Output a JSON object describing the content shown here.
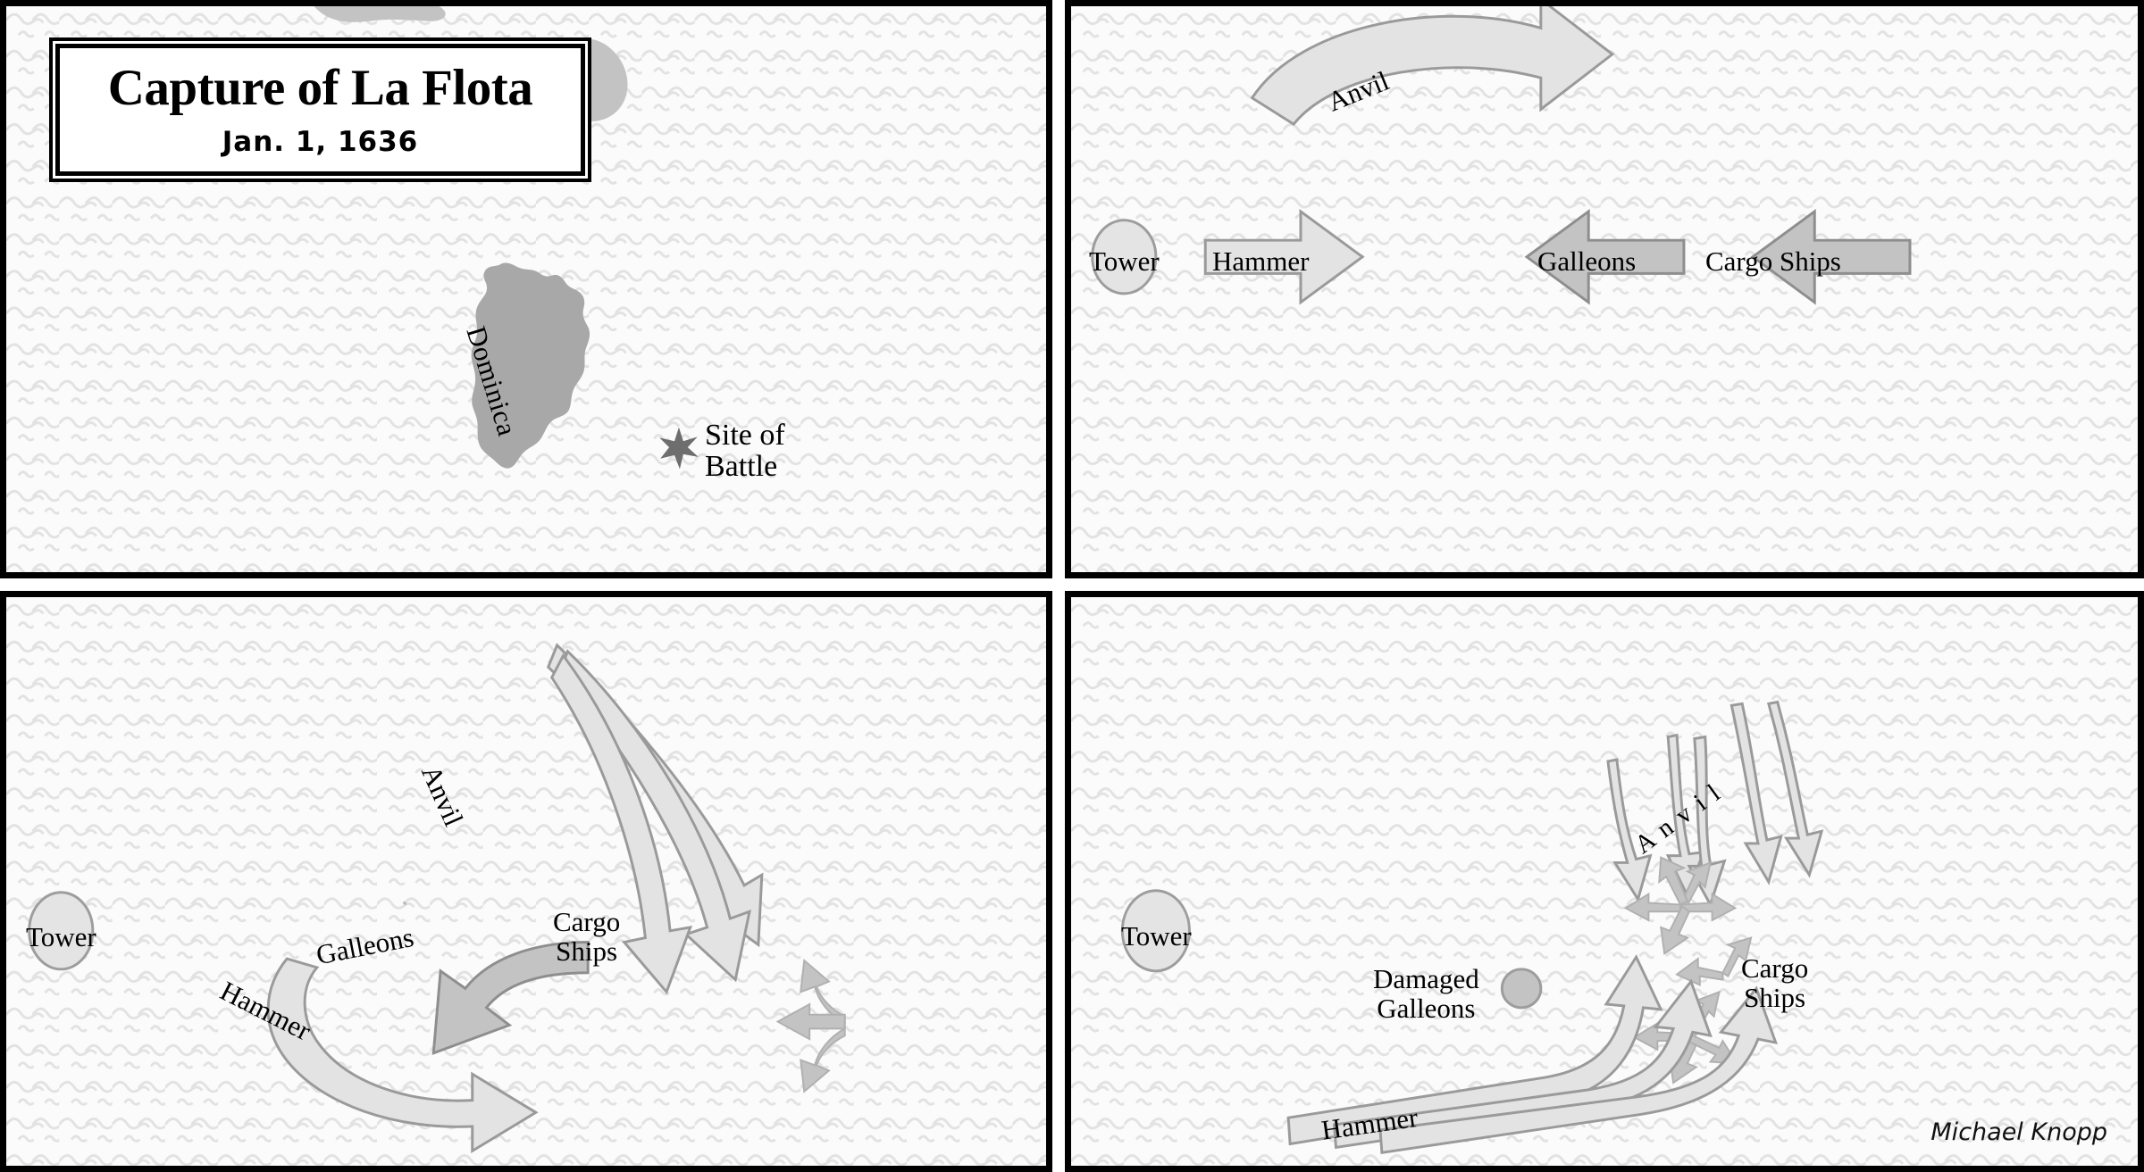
{
  "title": {
    "main": "Capture of La Flota",
    "date": "Jan. 1, 1636"
  },
  "credit": "Michael Knopp",
  "colors": {
    "sea": "#fbfbfb",
    "wave_stroke": "#e2e2e2",
    "land": "#a8a8a8",
    "panel_border": "#000000",
    "arrow_light_fill": "#e3e3e3",
    "arrow_light_stroke": "#9a9a9a",
    "arrow_dark_fill": "#c3c3c3",
    "arrow_dark_stroke": "#8e8e8e",
    "tower_fill": "#e4e4e4",
    "tower_stroke": "#9d9d9d",
    "star_marker": "#6e6e6e",
    "text": "#000000"
  },
  "panels": [
    {
      "id": "panel-1",
      "name": "overview-map",
      "labels": {
        "island": "Dominica",
        "battle_site": "Site of\nBattle"
      }
    },
    {
      "id": "panel-2",
      "name": "phase-1-approach",
      "units": [
        {
          "name": "tower",
          "label": "Tower",
          "shape": "circle"
        },
        {
          "name": "hammer",
          "label": "Hammer",
          "shape": "arrow-right"
        },
        {
          "name": "galleons",
          "label": "Galleons",
          "shape": "arrow-left"
        },
        {
          "name": "cargo-ships",
          "label": "Cargo Ships",
          "shape": "arrow-left"
        }
      ],
      "movements": [
        {
          "name": "anvil",
          "label": "Anvil",
          "shape": "curved-arrow-right"
        }
      ]
    },
    {
      "id": "panel-3",
      "name": "phase-2-engagement",
      "units": [
        {
          "name": "tower",
          "label": "Tower",
          "shape": "circle"
        },
        {
          "name": "galleons",
          "label": "Galleons",
          "shape": "curved-arrow-down-left"
        },
        {
          "name": "cargo-ships",
          "label": "Cargo\nShips",
          "shape": "splay-arrows-left"
        }
      ],
      "movements": [
        {
          "name": "anvil",
          "label": "Anvil",
          "shape": "triple-curved-arrow-down-right"
        },
        {
          "name": "hammer",
          "label": "Hammer",
          "shape": "curved-arrow-right"
        }
      ]
    },
    {
      "id": "panel-4",
      "name": "phase-3-capture",
      "units": [
        {
          "name": "tower",
          "label": "Tower",
          "shape": "circle"
        },
        {
          "name": "damaged-galleons",
          "label": "Damaged\nGalleons",
          "shape": "small-circle"
        },
        {
          "name": "cargo-ships",
          "label": "Cargo\nShips",
          "shape": "splay-arrow-clusters"
        }
      ],
      "movements": [
        {
          "name": "anvil",
          "label": "A n v i l",
          "shape": "multi-curved-arrow-down"
        },
        {
          "name": "hammer",
          "label": "Hammer",
          "shape": "curved-arrow-up-right"
        }
      ]
    }
  ]
}
